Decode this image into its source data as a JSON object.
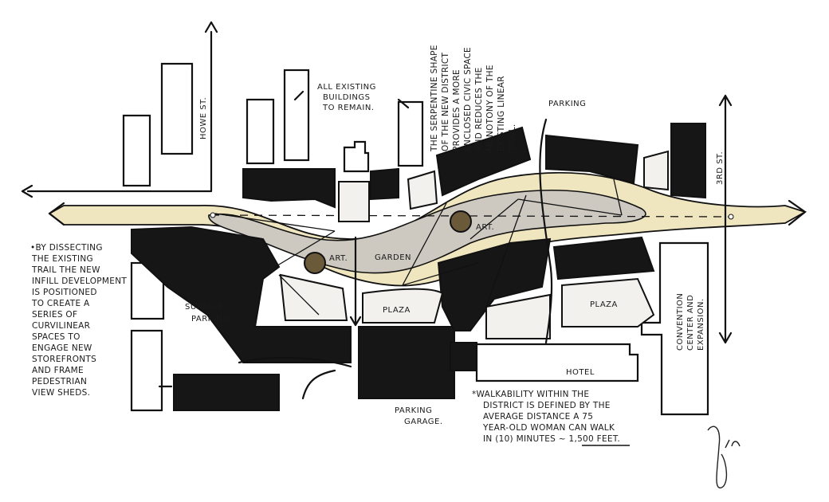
{
  "labels": {
    "howe_st": "HOWE ST.",
    "third_st": "3RD ST.",
    "existing_buildings": [
      "ALL EXISTING",
      "BUILDINGS",
      "TO REMAIN."
    ],
    "parking_top": "PARKING",
    "art_left": "ART.",
    "art_right": "ART.",
    "garden": "GARDEN",
    "plaza_center": "PLAZA",
    "plaza_right": "PLAZA",
    "surface_parking": [
      "SURFACE",
      "PARKING"
    ],
    "parking_garage": [
      "PARKING",
      "GARAGE."
    ],
    "hotel": "HOTEL",
    "convention_center": [
      "CONVENTION",
      "CENTER AND",
      "EXPANSION."
    ]
  },
  "notes": {
    "serpentine": [
      "THE SERPENTINE SHAPE",
      "OF THE NEW DISTRICT",
      "PROVIDES A MORE",
      "ENCLOSED CIVIC SPACE",
      "AND REDUCES THE",
      "MONOTONY OF THE",
      "EXISTING LINEAR",
      "TRAIL."
    ],
    "dissecting": [
      "•BY DISSECTING",
      "THE EXISTING",
      "TRAIL THE NEW",
      "INFILL DEVELOPMENT",
      "IS POSITIONED",
      "TO CREATE A",
      "SERIES OF",
      "CURVILINEAR",
      "SPACES TO",
      "ENGAGE NEW",
      "STOREFRONTS",
      "AND FRAME",
      "PEDESTRIAN",
      "VIEW SHEDS."
    ],
    "walkability": [
      "*WALKABILITY WITHIN THE",
      "DISTRICT IS DEFINED BY THE",
      "AVERAGE DISTANCE A 75",
      "YEAR-OLD WOMAN CAN WALK",
      "IN (10) MINUTES ~ 1,500 FEET."
    ]
  },
  "colors": {
    "trail": "#efe5bf",
    "garden": "#cdc9c1",
    "building_new": "#161616",
    "art": "#6b5a3a"
  }
}
